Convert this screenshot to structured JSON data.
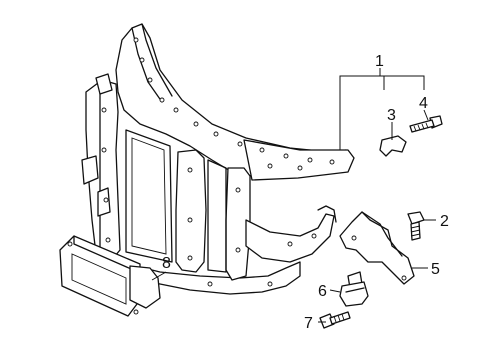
{
  "callouts": [
    {
      "id": "1",
      "label": "1",
      "part": "radiator-support-panel"
    },
    {
      "id": "2",
      "label": "2",
      "part": "bolt"
    },
    {
      "id": "3",
      "label": "3",
      "part": "bracket"
    },
    {
      "id": "4",
      "label": "4",
      "part": "bolt"
    },
    {
      "id": "5",
      "label": "5",
      "part": "bracket"
    },
    {
      "id": "6",
      "label": "6",
      "part": "sensor"
    },
    {
      "id": "7",
      "label": "7",
      "part": "bolt"
    },
    {
      "id": "8",
      "label": "8",
      "part": "control-module"
    }
  ]
}
